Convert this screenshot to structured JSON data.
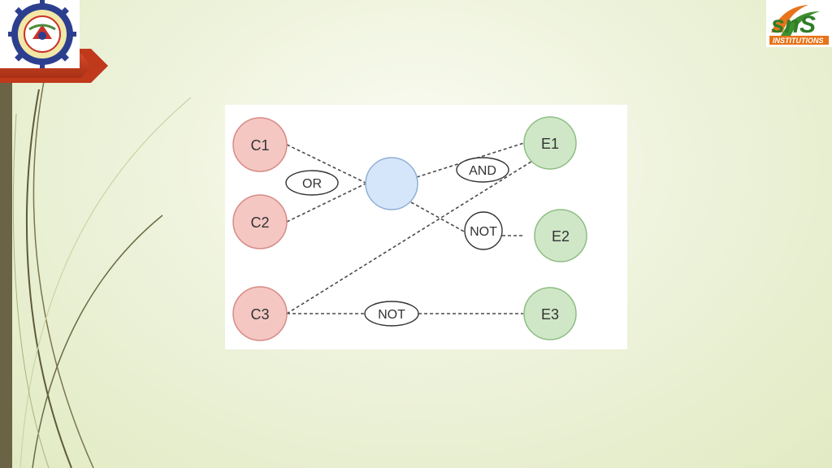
{
  "logos": {
    "left_name": "sns-college-of-engineering-logo",
    "right_name": "sns-institutions-logo",
    "right_text": "snS",
    "right_subtext": "INSTITUTIONS"
  },
  "colors": {
    "cause_fill": "#f4c7c3",
    "cause_stroke": "#d88a86",
    "effect_fill": "#cfe7c7",
    "effect_stroke": "#8ebd83",
    "hub_fill": "#d6e6fa",
    "hub_stroke": "#8fb0d6",
    "accent_red": "#c0391b",
    "bar_brown": "#6b6346"
  },
  "diagram": {
    "causes": [
      {
        "id": "c1",
        "label": "C1"
      },
      {
        "id": "c2",
        "label": "C2"
      },
      {
        "id": "c3",
        "label": "C3"
      }
    ],
    "effects": [
      {
        "id": "e1",
        "label": "E1"
      },
      {
        "id": "e2",
        "label": "E2"
      },
      {
        "id": "e3",
        "label": "E3"
      }
    ],
    "operators": {
      "or": "OR",
      "and": "AND",
      "not_e2": "NOT",
      "not_e3": "NOT"
    }
  }
}
